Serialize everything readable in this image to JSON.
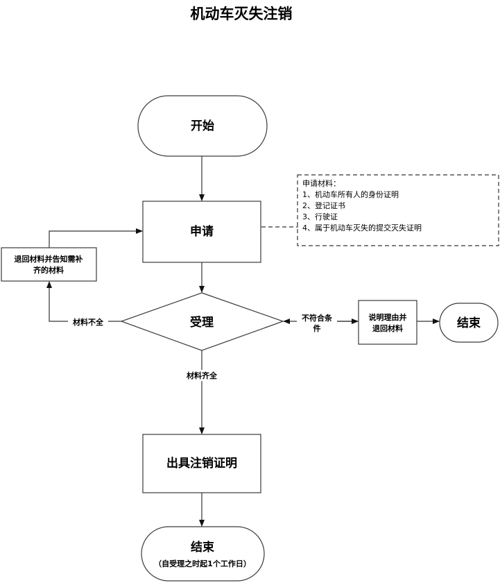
{
  "title": "机动车灭失注销",
  "nodes": {
    "start": {
      "label": "开始",
      "shape": "terminator"
    },
    "apply": {
      "label": "申请",
      "shape": "process"
    },
    "accept": {
      "label": "受理",
      "shape": "decision"
    },
    "return_notify": {
      "lines": [
        "退回材料并告知需补",
        "齐的材料"
      ],
      "shape": "process"
    },
    "explain_return": {
      "lines": [
        "说明理由并",
        "退回材料"
      ],
      "shape": "process"
    },
    "end_reject": {
      "label": "结束",
      "shape": "terminator"
    },
    "issue_cert": {
      "label": "出具注销证明",
      "shape": "process"
    },
    "end_final": {
      "label": "结束",
      "sublabel": "（自受理之时起1个工作日）",
      "shape": "terminator"
    }
  },
  "edge_labels": {
    "incomplete": "材料不全",
    "not_qualified": [
      "不符合条",
      "件"
    ],
    "complete": "材料齐全"
  },
  "note": {
    "heading": "申请材料：",
    "items": [
      "1、机动车所有人的身份证明",
      "2、登记证书",
      "3、行驶证",
      "4、属于机动车灭失的提交灭失证明"
    ]
  },
  "colors": {
    "stroke": "#333333",
    "background": "#ffffff",
    "text": "#000000"
  }
}
